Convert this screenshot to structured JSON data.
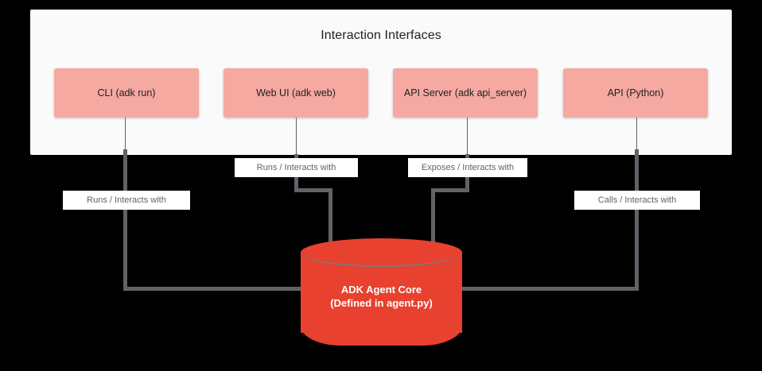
{
  "panel": {
    "title": "Interaction Interfaces"
  },
  "interfaces": [
    {
      "label": "CLI (adk run)",
      "edge_label": "Runs / Interacts with"
    },
    {
      "label": "Web UI (adk web)",
      "edge_label": "Runs / Interacts with"
    },
    {
      "label": "API Server (adk api_server)",
      "edge_label": "Exposes / Interacts with"
    },
    {
      "label": "API (Python)",
      "edge_label": "Calls / Interacts with"
    }
  ],
  "core": {
    "line1": "ADK Agent Core",
    "line2": "(Defined in agent.py)"
  },
  "colors": {
    "background": "#000000",
    "panel": "#fafafa",
    "box_fill": "#f5a9a0",
    "box_text": "#202124",
    "connector": "#5f6368",
    "label_text": "#5f6368",
    "label_bg": "#ffffff",
    "cylinder": "#e8412f",
    "cylinder_text": "#ffffff"
  }
}
